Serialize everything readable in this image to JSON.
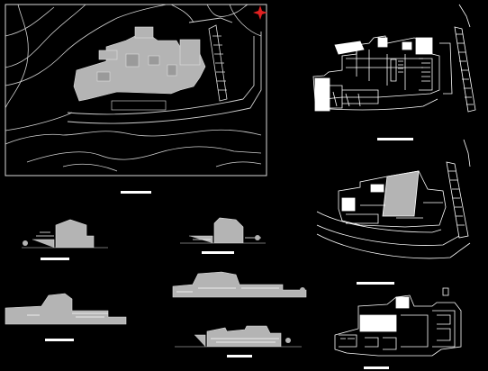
{
  "viewport": {
    "background": "#000000"
  },
  "colors": {
    "linework": "#d8d8d8",
    "building_fill": "#b4b4b4",
    "plan_white": "#ffffff",
    "north_marker": "#e02020",
    "label_bar": "#ffffff"
  },
  "icons": {
    "north_arrow": "north-arrow-icon"
  },
  "drawing_sheets": [
    {
      "name": "site-plan"
    },
    {
      "name": "floor-plan-level-1"
    },
    {
      "name": "floor-plan-level-2"
    },
    {
      "name": "floor-plan-level-3"
    },
    {
      "name": "elevation-1"
    },
    {
      "name": "elevation-2"
    },
    {
      "name": "elevation-3"
    },
    {
      "name": "elevation-4"
    },
    {
      "name": "elevation-5"
    }
  ]
}
